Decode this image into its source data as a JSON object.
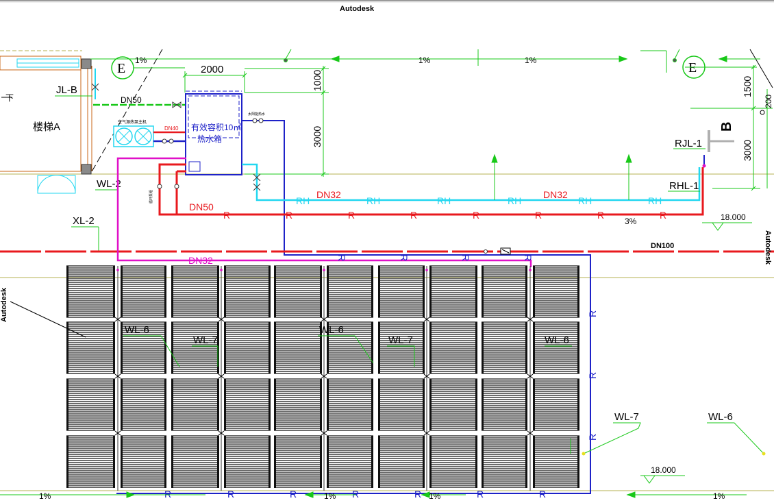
{
  "watermark": {
    "top": "Autodesk",
    "right": "Autodesk",
    "left": "Autodesk"
  },
  "labels": {
    "stair": "楼梯A",
    "down": "下",
    "jl_b": "JL-B",
    "wl_2": "WL-2",
    "xl_2": "XL-2",
    "rjl_1": "RJL-1",
    "rhl_1": "RHL-1",
    "axis_e": "E",
    "axis_b": "B",
    "dn50": "DN50",
    "dn40": "DN40",
    "dn32": "DN32",
    "dn100": "DN100",
    "rh": "RH",
    "r": "R",
    "wl_6": "WL-6",
    "wl_7": "WL-7",
    "tank_line1": "有效容积10㎥",
    "tank_line2": "热水箱",
    "heat_pump_note": "空气源热泵主机",
    "supply_note": "太阳能热水",
    "pump_note": "循环泵组"
  },
  "dimensions": {
    "w2000": "2000",
    "d1000": "1000",
    "d3000": "3000",
    "d1500": "1500",
    "d200": "200",
    "d3000b": "3000"
  },
  "slopes": {
    "one": "1%",
    "three": "3%"
  },
  "elevations": {
    "e1": "18.000",
    "e2": "18.000"
  },
  "colors": {
    "hot_supply": "#e8191e",
    "hot_return": "#22d7f0",
    "solar_loop": "#1e22c8",
    "magenta_line": "#e010c8",
    "green_line": "#18c818",
    "dim_green": "#18c818",
    "panel": "#3a3a3a",
    "grid_olive": "#b4b050"
  }
}
